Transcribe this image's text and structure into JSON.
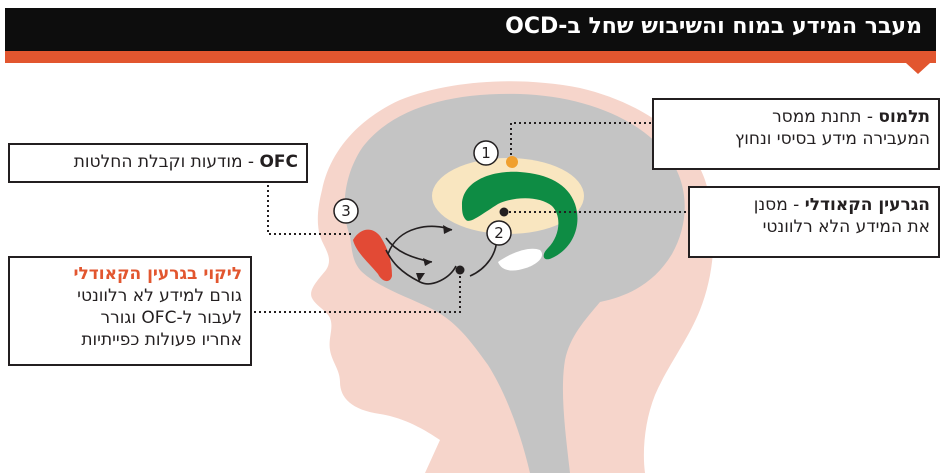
{
  "title": "מעבר המידע במוח והשיבוש שחל ב-OCD",
  "labels": {
    "thalamus": {
      "term": "תלמוס",
      "rest": " - תחנת ממסר",
      "line2": "המעבירה מידע בסיסי ונחוץ"
    },
    "caudate": {
      "term": "הגרעין הקאודלי",
      "rest": " - מסנן",
      "line2": "את המידע הלא רלוונטי"
    },
    "ofc": {
      "term": "OFC",
      "rest": " - מודעות וקבלת החלטות"
    },
    "deficit": {
      "title": "ליקוי בגרעין הקאודלי",
      "line1": "גורם למידע לא רלוונטי",
      "line2": "לעבור ל-OFC וגורר",
      "line3": "אחריו פעולות כפייתיות"
    }
  },
  "markers": {
    "m1": "1",
    "m2": "2",
    "m3": "3"
  },
  "colors": {
    "accent": "#e2562f",
    "head": "#f6d5cb",
    "brain": "#c4c4c4",
    "caudate": "#0e8c44",
    "thalamus_zone": "#f9e6c0",
    "thalamus_dot": "#f0a030",
    "ofc": "#e24a35"
  }
}
